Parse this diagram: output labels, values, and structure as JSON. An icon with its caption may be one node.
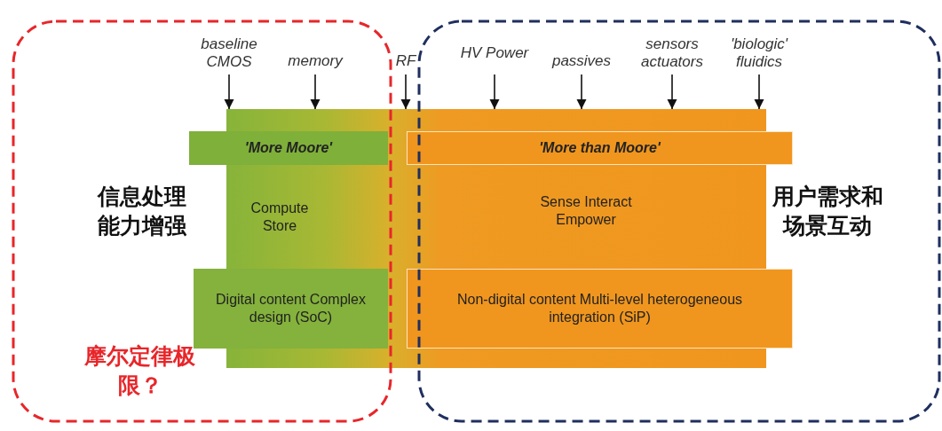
{
  "diagram": {
    "nodes": [
      {
        "text": [],
        "shape": "bar"
      },
      {
        "text": [
          "'More Moore'"
        ]
      },
      {
        "text": [
          "'More than Moore'"
        ]
      },
      {
        "text": [
          "Digital content Complex design (SoC)"
        ]
      },
      {
        "text": [
          "Non-digital content Multi-level heterogeneous integration (SiP)"
        ]
      },
      {
        "text": [
          "baseline CMOS"
        ]
      },
      {
        "text": [
          "memory"
        ]
      },
      {
        "text": [
          "RF"
        ]
      },
      {
        "text": [
          "HV Power"
        ]
      },
      {
        "text": [
          "passives"
        ]
      },
      {
        "text": [
          "sensors actuators"
        ]
      },
      {
        "text": [
          "'biologic' fluidics"
        ]
      }
    ],
    "edges": [
      {
        "from": 5,
        "to": 0,
        "arrow": "to"
      },
      {
        "from": 6,
        "to": 0,
        "arrow": "to"
      },
      {
        "from": 7,
        "to": 0,
        "arrow": "to"
      },
      {
        "from": 8,
        "to": 0,
        "arrow": "to"
      },
      {
        "from": 9,
        "to": 0,
        "arrow": "to"
      },
      {
        "from": 10,
        "to": 0,
        "arrow": "to"
      },
      {
        "from": 11,
        "to": 0,
        "arrow": "to"
      }
    ],
    "labels": [
      "信息处理能力增强",
      "Compute Store",
      "Sense Interact Empower",
      "用户需求和场景互动",
      "摩尔定律极限？"
    ]
  }
}
